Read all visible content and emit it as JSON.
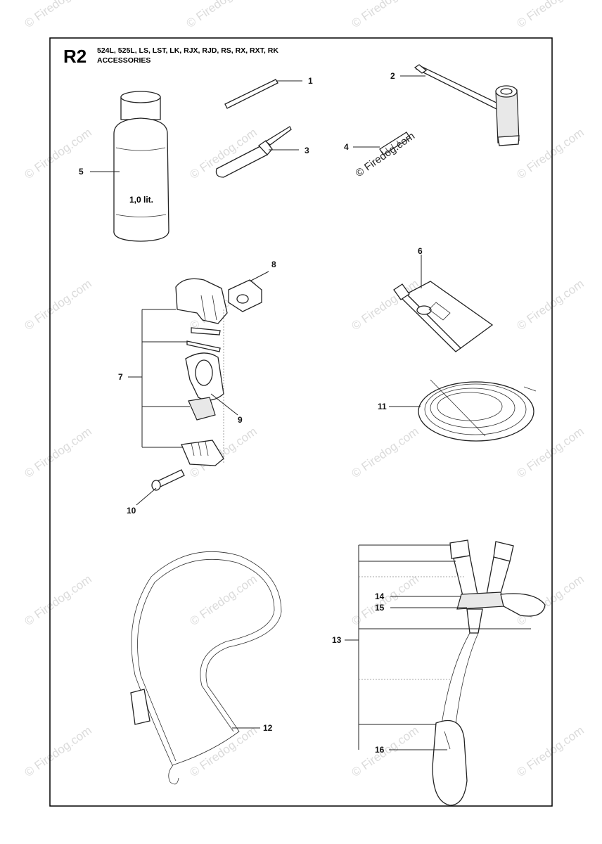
{
  "header": {
    "code": "R2",
    "models": "524L, 525L, LS, LST, LK, RJX, RJD, RS, RX, RXT, RK",
    "section": "ACCESSORIES"
  },
  "bottle_label": "1,0 lit.",
  "watermark": "© Firedog.com",
  "callouts": {
    "c1": "1",
    "c2": "2",
    "c3": "3",
    "c4": "4",
    "c5": "5",
    "c6": "6",
    "c7": "7",
    "c8": "8",
    "c9": "9",
    "c10": "10",
    "c11": "11",
    "c12": "12",
    "c13": "13",
    "c14": "14",
    "c15": "15",
    "c16": "16"
  }
}
